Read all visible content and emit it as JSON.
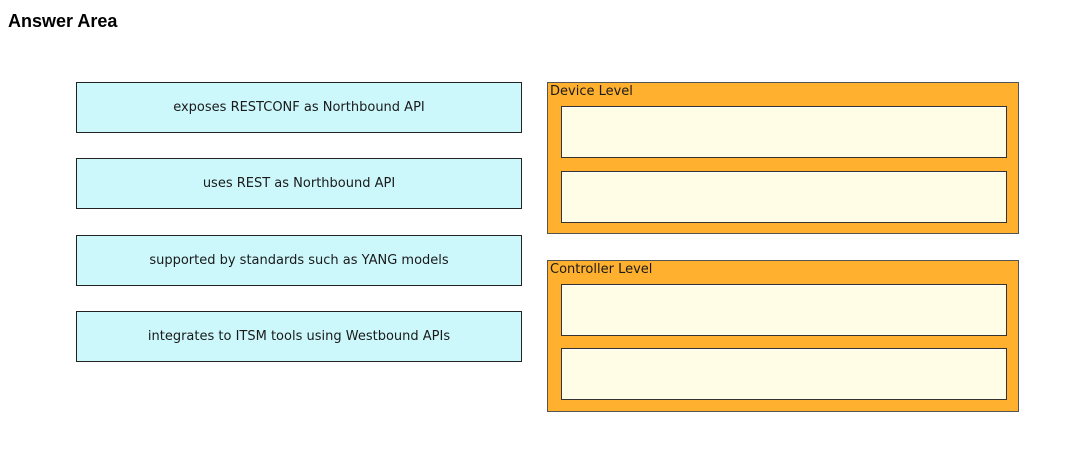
{
  "header": {
    "title": "Answer Area"
  },
  "options": [
    {
      "label": "exposes RESTCONF as Northbound API"
    },
    {
      "label": "uses REST as Northbound API"
    },
    {
      "label": "supported by standards such as YANG models"
    },
    {
      "label": "integrates to ITSM tools using Westbound APIs"
    }
  ],
  "targets": {
    "device": {
      "label": "Device Level"
    },
    "controller": {
      "label": "Controller Level"
    }
  },
  "colors": {
    "option_bg": "#ccf8fc",
    "zone_bg": "#ffb02e",
    "slot_bg": "#fffde6"
  }
}
